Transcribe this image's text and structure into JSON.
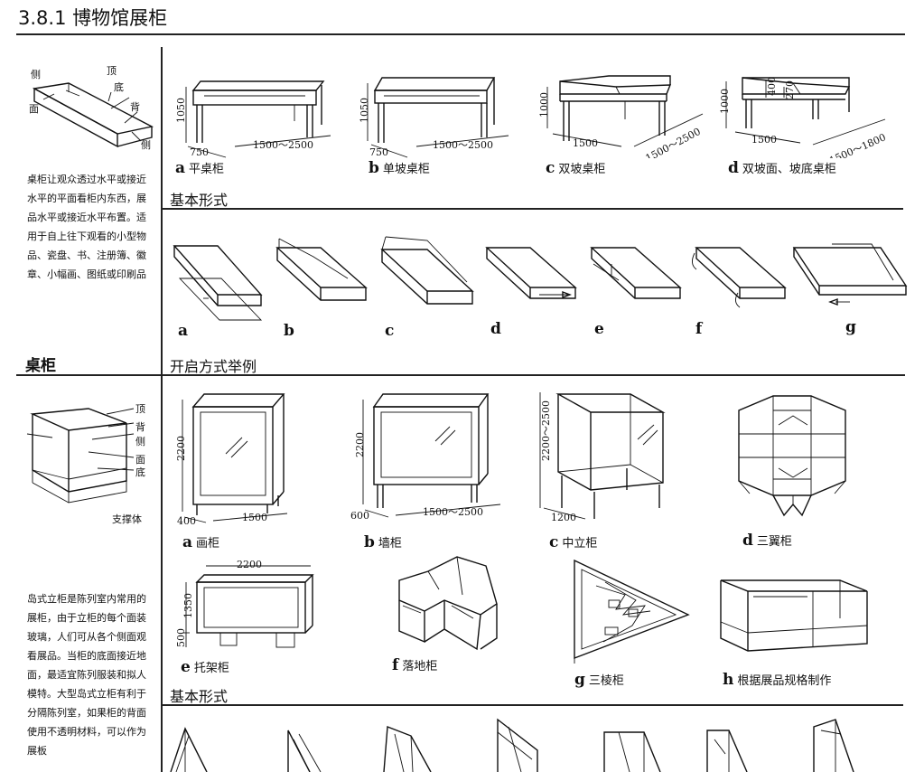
{
  "page_title": "3.8.1 博物馆展柜",
  "desk_cabinet": {
    "side_title": "桌柜",
    "diagram_labels": {
      "side": "侧",
      "top": "顶",
      "bottom": "底",
      "back": "背",
      "face": "面",
      "side2": "侧"
    },
    "description": "桌柜让观众透过水平或接近水平的平面看柜内东西，展品水平或接近水平布置。适用于自上往下观看的小型物品、瓷盘、书、注册簿、徽章、小幅画、图纸或印刷品",
    "forms_title": "基本形式",
    "forms": [
      {
        "letter": "a",
        "name": "平桌柜",
        "dims": [
          "1050",
          "750",
          "1500～2500"
        ]
      },
      {
        "letter": "b",
        "name": "单坡桌柜",
        "dims": [
          "1050",
          "750",
          "1500～2500"
        ]
      },
      {
        "letter": "c",
        "name": "双坡桌柜",
        "dims": [
          "1000",
          "1500",
          "1500～2500"
        ]
      },
      {
        "letter": "d",
        "name": "双坡面、坡底桌柜",
        "dims": [
          "1000",
          "400",
          "270",
          "1500",
          "1500～1800"
        ]
      }
    ],
    "opening_title": "开启方式举例",
    "openings": [
      "a",
      "b",
      "c",
      "d",
      "e",
      "f",
      "g"
    ]
  },
  "island_cabinet": {
    "diagram_labels": {
      "top": "顶",
      "back": "背",
      "side": "侧",
      "face": "面",
      "bottom": "底",
      "support": "支撑体"
    },
    "description": "岛式立柜是陈列室内常用的展柜，由于立柜的每个面装玻璃，人们可从各个侧面观看展品。当柜的底面接近地面，最适宜陈列服装和拟人模特。大型岛式立柜有利于分隔陈列室，如果柜的背面使用不透明材料，可以作为展板",
    "forms_title": "基本形式",
    "forms": [
      {
        "letter": "a",
        "name": "画柜",
        "dims": [
          "2200",
          "400",
          "1500"
        ]
      },
      {
        "letter": "b",
        "name": "墙柜",
        "dims": [
          "2200",
          "600",
          "1500～2500"
        ]
      },
      {
        "letter": "c",
        "name": "中立柜",
        "dims": [
          "2200～2500",
          "1200"
        ]
      },
      {
        "letter": "d",
        "name": "三翼柜",
        "dims": []
      },
      {
        "letter": "e",
        "name": "托架柜",
        "dims": [
          "2200",
          "1350",
          "500"
        ]
      },
      {
        "letter": "f",
        "name": "落地柜",
        "dims": []
      },
      {
        "letter": "g",
        "name": "三棱柜",
        "dims": []
      },
      {
        "letter": "h",
        "name": "根据展品规格制作",
        "dims": []
      }
    ]
  }
}
